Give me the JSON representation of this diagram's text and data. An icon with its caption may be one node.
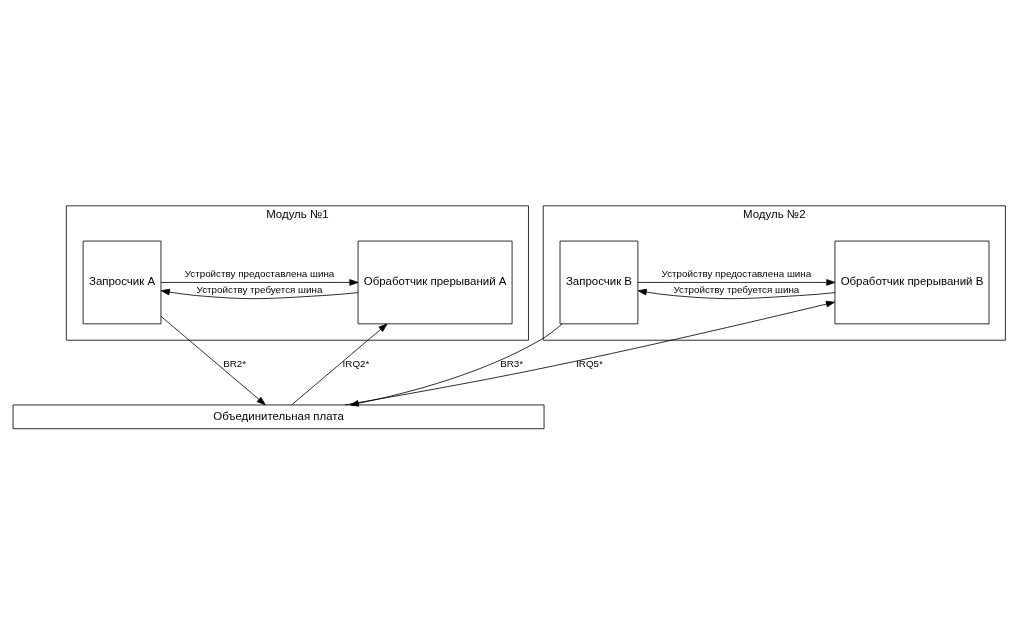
{
  "diagram": {
    "nodes": [
      {
        "text": [
          "Модуль №1"
        ]
      },
      {
        "text": [
          "Обработчик прерываний А"
        ],
        "in": 0
      },
      {
        "text": [
          "Запросчик А"
        ],
        "in": 0
      },
      {
        "text": [
          "Модуль №2"
        ]
      },
      {
        "text": [
          "Обработчик прерываний В"
        ],
        "in": 3
      },
      {
        "text": [
          "Запросчик В"
        ],
        "in": 3
      },
      {
        "text": [
          "Объединительная плата"
        ]
      }
    ],
    "edges": [
      {
        "from": 1,
        "to": 2,
        "arrow": "to",
        "label": "Устройству требуется шина"
      },
      {
        "from": 2,
        "to": 1,
        "arrow": "to",
        "label": "Устройству предоставлена шина"
      },
      {
        "from": 6,
        "to": 1,
        "arrow": "to",
        "label": "IRQ2*"
      },
      {
        "from": 2,
        "to": 6,
        "arrow": "to",
        "label": "BR2*"
      },
      {
        "from": 4,
        "to": 5,
        "arrow": "to",
        "label": "Устройству требуется шина"
      },
      {
        "from": 5,
        "to": 4,
        "arrow": "to",
        "label": "Устройству предоставлена шина"
      },
      {
        "from": 6,
        "to": 4,
        "arrow": "to",
        "label": "IRQ5*"
      },
      {
        "from": 5,
        "to": 6,
        "arrow": "to",
        "label": "BR3*"
      }
    ]
  }
}
